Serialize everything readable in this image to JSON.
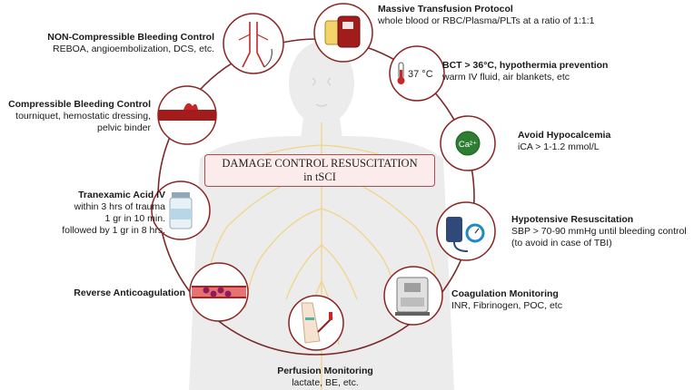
{
  "title": {
    "line1": "DAMAGE CONTROL RESUSCITATION",
    "line2": "in tSCI"
  },
  "items": [
    {
      "id": "massive-transfusion",
      "title": "Massive Transfusion Protocol",
      "desc": [
        "whole blood or RBC/Plasma/PLTs at a ratio of 1:1:1"
      ]
    },
    {
      "id": "bct",
      "title": "BCT > 36°C, hypothermia prevention",
      "desc": [
        "warm IV fluid, air blankets, etc"
      ],
      "icon_text": "37 °C"
    },
    {
      "id": "hypocalcemia",
      "title": "Avoid Hypocalcemia",
      "desc": [
        "iCA > 1-1.2 mmol/L"
      ],
      "icon_text": "Ca²⁺"
    },
    {
      "id": "hypotensive",
      "title": "Hypotensive Resuscitation",
      "desc": [
        "SBP > 70-90 mmHg until bleeding control",
        "(to avoid in case of TBI)"
      ]
    },
    {
      "id": "coagulation",
      "title": "Coagulation Monitoring",
      "desc": [
        "INR, Fibrinogen, POC, etc"
      ]
    },
    {
      "id": "perfusion",
      "title": "Perfusion Monitoring",
      "desc": [
        "lactate, BE, etc."
      ]
    },
    {
      "id": "reverse-anticoag",
      "title": "Reverse Anticoagulation",
      "desc": []
    },
    {
      "id": "tranexamic",
      "title": "Tranexamic Acid IV",
      "desc": [
        "within 3 hrs of trauma",
        "1 gr in 10 min.",
        "followed by 1 gr in 8 hrs."
      ]
    },
    {
      "id": "compressible",
      "title": "Compressible Bleeding Control",
      "desc": [
        "tourniquet, hemostatic dressing,",
        "pelvic binder"
      ]
    },
    {
      "id": "non-compressible",
      "title": "NON-Compressible Bleeding Control",
      "desc": [
        "REBOA, angioembolization, DCS, etc."
      ]
    }
  ],
  "colors": {
    "ring": "#7a2a2a",
    "circle_border": "#8b2323",
    "title_border": "#b44d4d",
    "title_fill": "#fbeceb",
    "blood": "#a31c1c",
    "calcium": "#2e7d32",
    "nerves": "#f2d488",
    "body": "#ececec"
  },
  "icons": [
    "blood-bag-icon",
    "thermometer-icon",
    "calcium-icon",
    "blood-pressure-cuff-icon",
    "coagulation-analyzer-icon",
    "iv-arm-icon",
    "blood-vessel-icon",
    "vial-icon",
    "bleeding-vessel-icon",
    "vascular-anatomy-icon"
  ]
}
